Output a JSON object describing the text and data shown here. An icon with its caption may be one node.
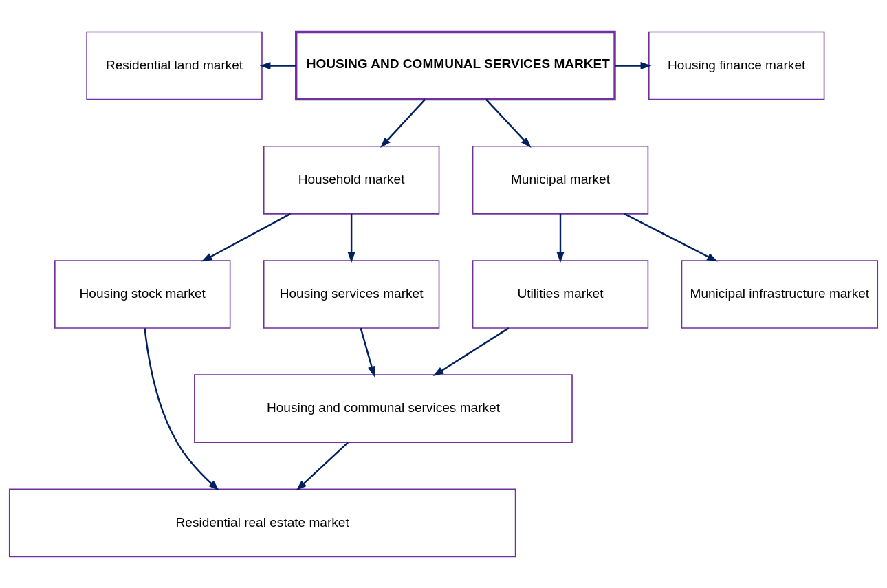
{
  "diagram": {
    "nodes": [
      {
        "text": [
          "Residential land market"
        ]
      },
      {
        "text": [
          "HOUSING AND COMMUNAL SERVICES MARKET"
        ]
      },
      {
        "text": [
          "Housing finance market"
        ]
      },
      {
        "text": [
          "Household market"
        ]
      },
      {
        "text": [
          "Municipal market"
        ]
      },
      {
        "text": [
          "Housing stock market"
        ]
      },
      {
        "text": [
          "Housing services market"
        ]
      },
      {
        "text": [
          "Utilities market"
        ]
      },
      {
        "text": [
          "Municipal infrastructure market"
        ]
      },
      {
        "text": [
          "Housing and communal services market"
        ]
      },
      {
        "text": [
          "Residential real estate market"
        ]
      }
    ],
    "edges": [
      {
        "from": 1,
        "to": 0,
        "arrow": "to"
      },
      {
        "from": 1,
        "to": 2,
        "arrow": "to"
      },
      {
        "from": 1,
        "to": 3,
        "arrow": "to"
      },
      {
        "from": 1,
        "to": 4,
        "arrow": "to"
      },
      {
        "from": 3,
        "to": 5,
        "arrow": "to"
      },
      {
        "from": 3,
        "to": 6,
        "arrow": "to"
      },
      {
        "from": 4,
        "to": 7,
        "arrow": "to"
      },
      {
        "from": 4,
        "to": 8,
        "arrow": "to"
      },
      {
        "from": 6,
        "to": 9,
        "arrow": "to"
      },
      {
        "from": 7,
        "to": 9,
        "arrow": "to"
      },
      {
        "from": 5,
        "to": 10,
        "arrow": "to"
      },
      {
        "from": 9,
        "to": 10,
        "arrow": "to"
      }
    ]
  }
}
